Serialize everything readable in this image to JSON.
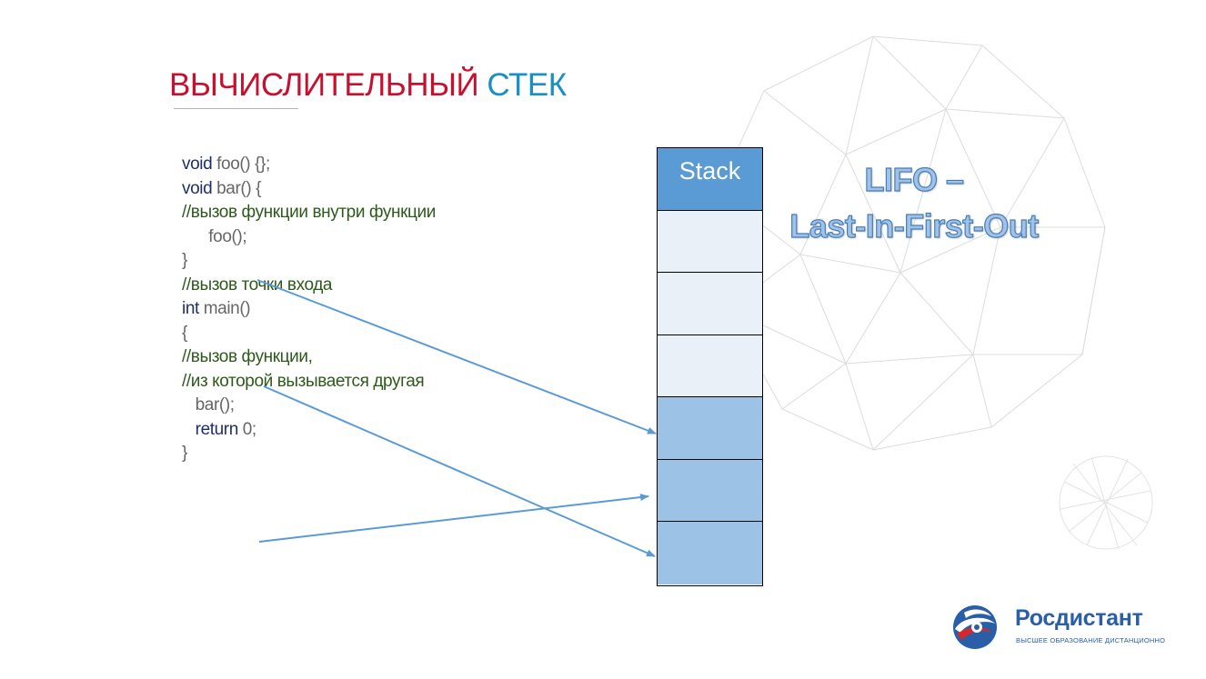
{
  "slide": {
    "title_part1": "ВЫЧИСЛИТЕЛЬНЫЙ",
    "title_part2": "СТЕК",
    "accent_red": "#c8102e",
    "accent_blue": "#1a8fc4"
  },
  "code": {
    "lines": [
      {
        "kw": "void",
        "rest": " foo() {};"
      },
      {
        "kw": "void",
        "rest": " bar() {"
      },
      {
        "comment": "//вызов функции внутри функции"
      },
      {
        "plain": "      foo();"
      },
      {
        "plain": "}"
      },
      {
        "comment": "//вызов точки входа"
      },
      {
        "kw": "int",
        "rest": " main()"
      },
      {
        "plain": "{"
      },
      {
        "comment": "//вызов функции,"
      },
      {
        "comment": "//из которой вызывается другая"
      },
      {
        "plain": "   bar();"
      },
      {
        "indent": "   ",
        "kw": "return",
        "rest": " 0;"
      },
      {
        "plain": "}"
      }
    ]
  },
  "stack": {
    "header": "Stack",
    "header_color": "#5b9bd5",
    "empty_color": "#eaf0f8",
    "filled_color": "#9cc2e5",
    "cells": [
      "header",
      "empty",
      "empty",
      "empty",
      "filled",
      "filled",
      "filled"
    ]
  },
  "lifo": {
    "line1": "LIFO –",
    "line2": "Last-In-First-Out"
  },
  "logo": {
    "name": "Росдистант",
    "tagline": "ВЫСШЕЕ ОБРАЗОВАНИЕ ДИСТАНЦИОННО",
    "icon": "globe-swirl-icon"
  }
}
